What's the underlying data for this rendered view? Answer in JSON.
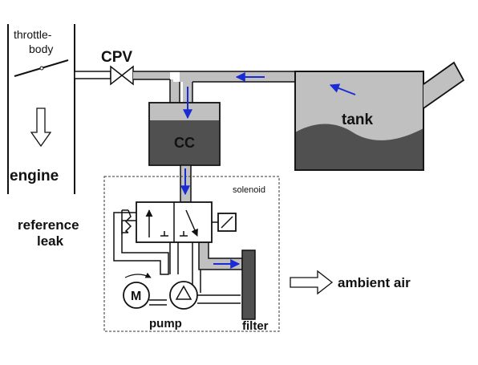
{
  "labels": {
    "throttle_body_line1": "throttle-",
    "throttle_body_line2": "body",
    "cpv": "CPV",
    "tank": "tank",
    "cc": "CC",
    "engine": "engine",
    "solenoid": "solenoid",
    "reference_leak_line1": "reference",
    "reference_leak_line2": "leak",
    "ambient_air": "ambient air",
    "pump_motor": "M",
    "pump": "pump",
    "filter": "filter"
  },
  "colors": {
    "pipe_fill": "#c0c0c0",
    "fluid": "#505050",
    "flow_arrow": "#1a2bd6",
    "line": "#111111"
  }
}
